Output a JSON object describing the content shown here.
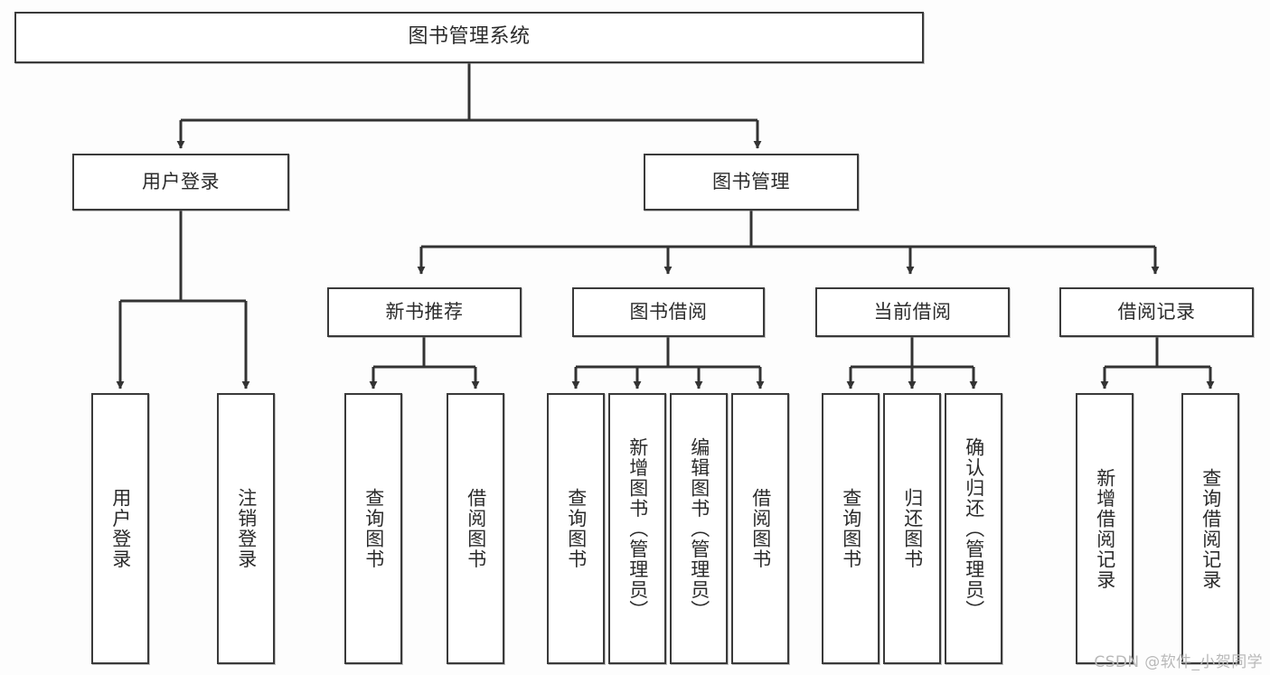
{
  "diagram": {
    "title": "图书管理系统",
    "watermark": "CSDN @软件_小贺同学",
    "colors": {
      "background": "#fdfdfd",
      "node_fill": "#ffffff",
      "node_stroke": "#3a3a3a",
      "edge_stroke": "#333333",
      "text": "#2b2b2b",
      "watermark": "#b9b9b9"
    },
    "nodes": {
      "root": "图书管理系统",
      "user_login": "用户登录",
      "book_manage": "图书管理",
      "new_book_rec": "新书推荐",
      "book_borrow": "图书借阅",
      "current_borrow": "当前借阅",
      "borrow_record": "借阅记录",
      "leaf_user_login": "用户登录",
      "leaf_user_logout": "注销登录",
      "leaf_rec_query": "查询图书",
      "leaf_rec_borrow": "借阅图书",
      "leaf_borrow_query": "查询图书",
      "leaf_borrow_add": "新增图书（管理员）",
      "leaf_borrow_edit": "编辑图书（管理员）",
      "leaf_borrow_borrow": "借阅图书",
      "leaf_cur_query": "查询图书",
      "leaf_cur_return": "归还图书",
      "leaf_cur_confirm": "确认归还（管理员）",
      "leaf_rec_add": "新增借阅记录",
      "leaf_rec_query_rec": "查询借阅记录"
    }
  }
}
